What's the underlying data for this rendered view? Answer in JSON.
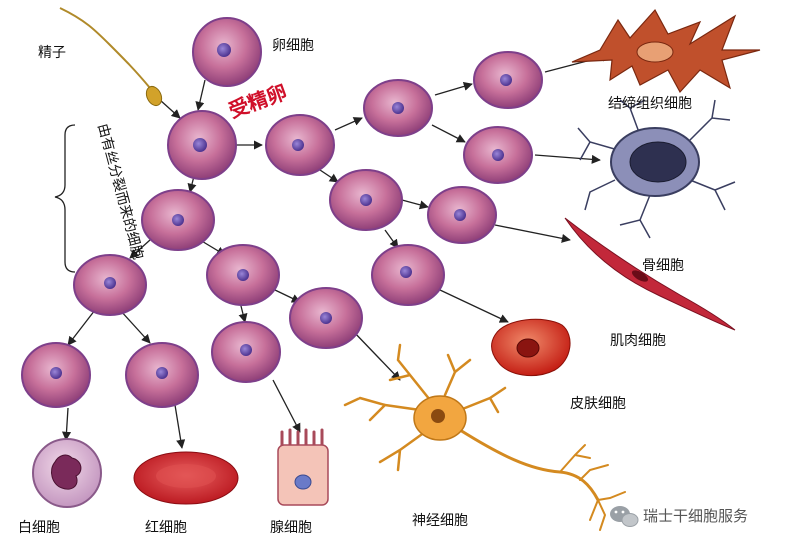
{
  "labels": {
    "sperm": "精子",
    "egg": "卵细胞",
    "zygote": "受精卵",
    "mitosis_note": "由有丝分裂而来的细胞",
    "connective": "结缔组织细胞",
    "bone": "骨细胞",
    "muscle": "肌肉细胞",
    "skin": "皮肤细胞",
    "nerve": "神经细胞",
    "white_blood": "白细胞",
    "red_blood": "红细胞",
    "gland": "腺细胞"
  },
  "watermark": {
    "text": "瑞士干细胞服务",
    "icon": "wechat-icon"
  },
  "colors": {
    "cell_fill": "#c7709a",
    "cell_edge": "#7e3f8a",
    "nucleus": "#6c4aa8",
    "connective": "#c0502c",
    "bone": "#4a4e7a",
    "muscle": "#c2283a",
    "skin": "#d8301e",
    "nerve": "#f2a640",
    "red_blood": "#d41e26",
    "zygote_text": "#d0102a"
  }
}
